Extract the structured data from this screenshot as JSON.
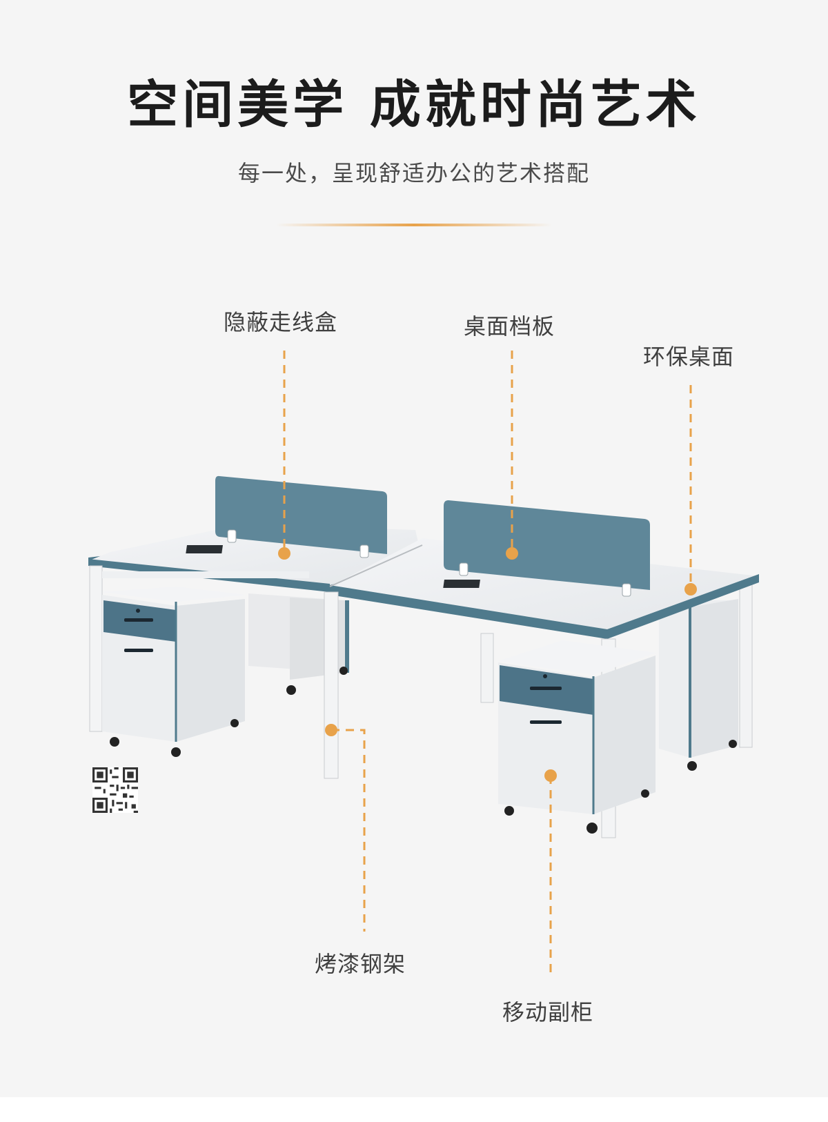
{
  "header": {
    "title": "空间美学 成就时尚艺术",
    "subtitle": "每一处，呈现舒适办公的艺术搭配"
  },
  "callouts": [
    {
      "id": "cable-box",
      "label": "隐蔽走线盒"
    },
    {
      "id": "desk-screen",
      "label": "桌面档板"
    },
    {
      "id": "eco-desktop",
      "label": "环保桌面"
    },
    {
      "id": "steel-frame",
      "label": "烤漆钢架"
    },
    {
      "id": "mobile-pedestal",
      "label": "移动副柜"
    }
  ],
  "colors": {
    "accent": "#e8a24a",
    "screen": "#5f8799",
    "drawer": "#4d7488",
    "desk_top": "#eef0f2",
    "edge": "#4f7a8c"
  },
  "icons": [
    "qr-code-icon"
  ]
}
